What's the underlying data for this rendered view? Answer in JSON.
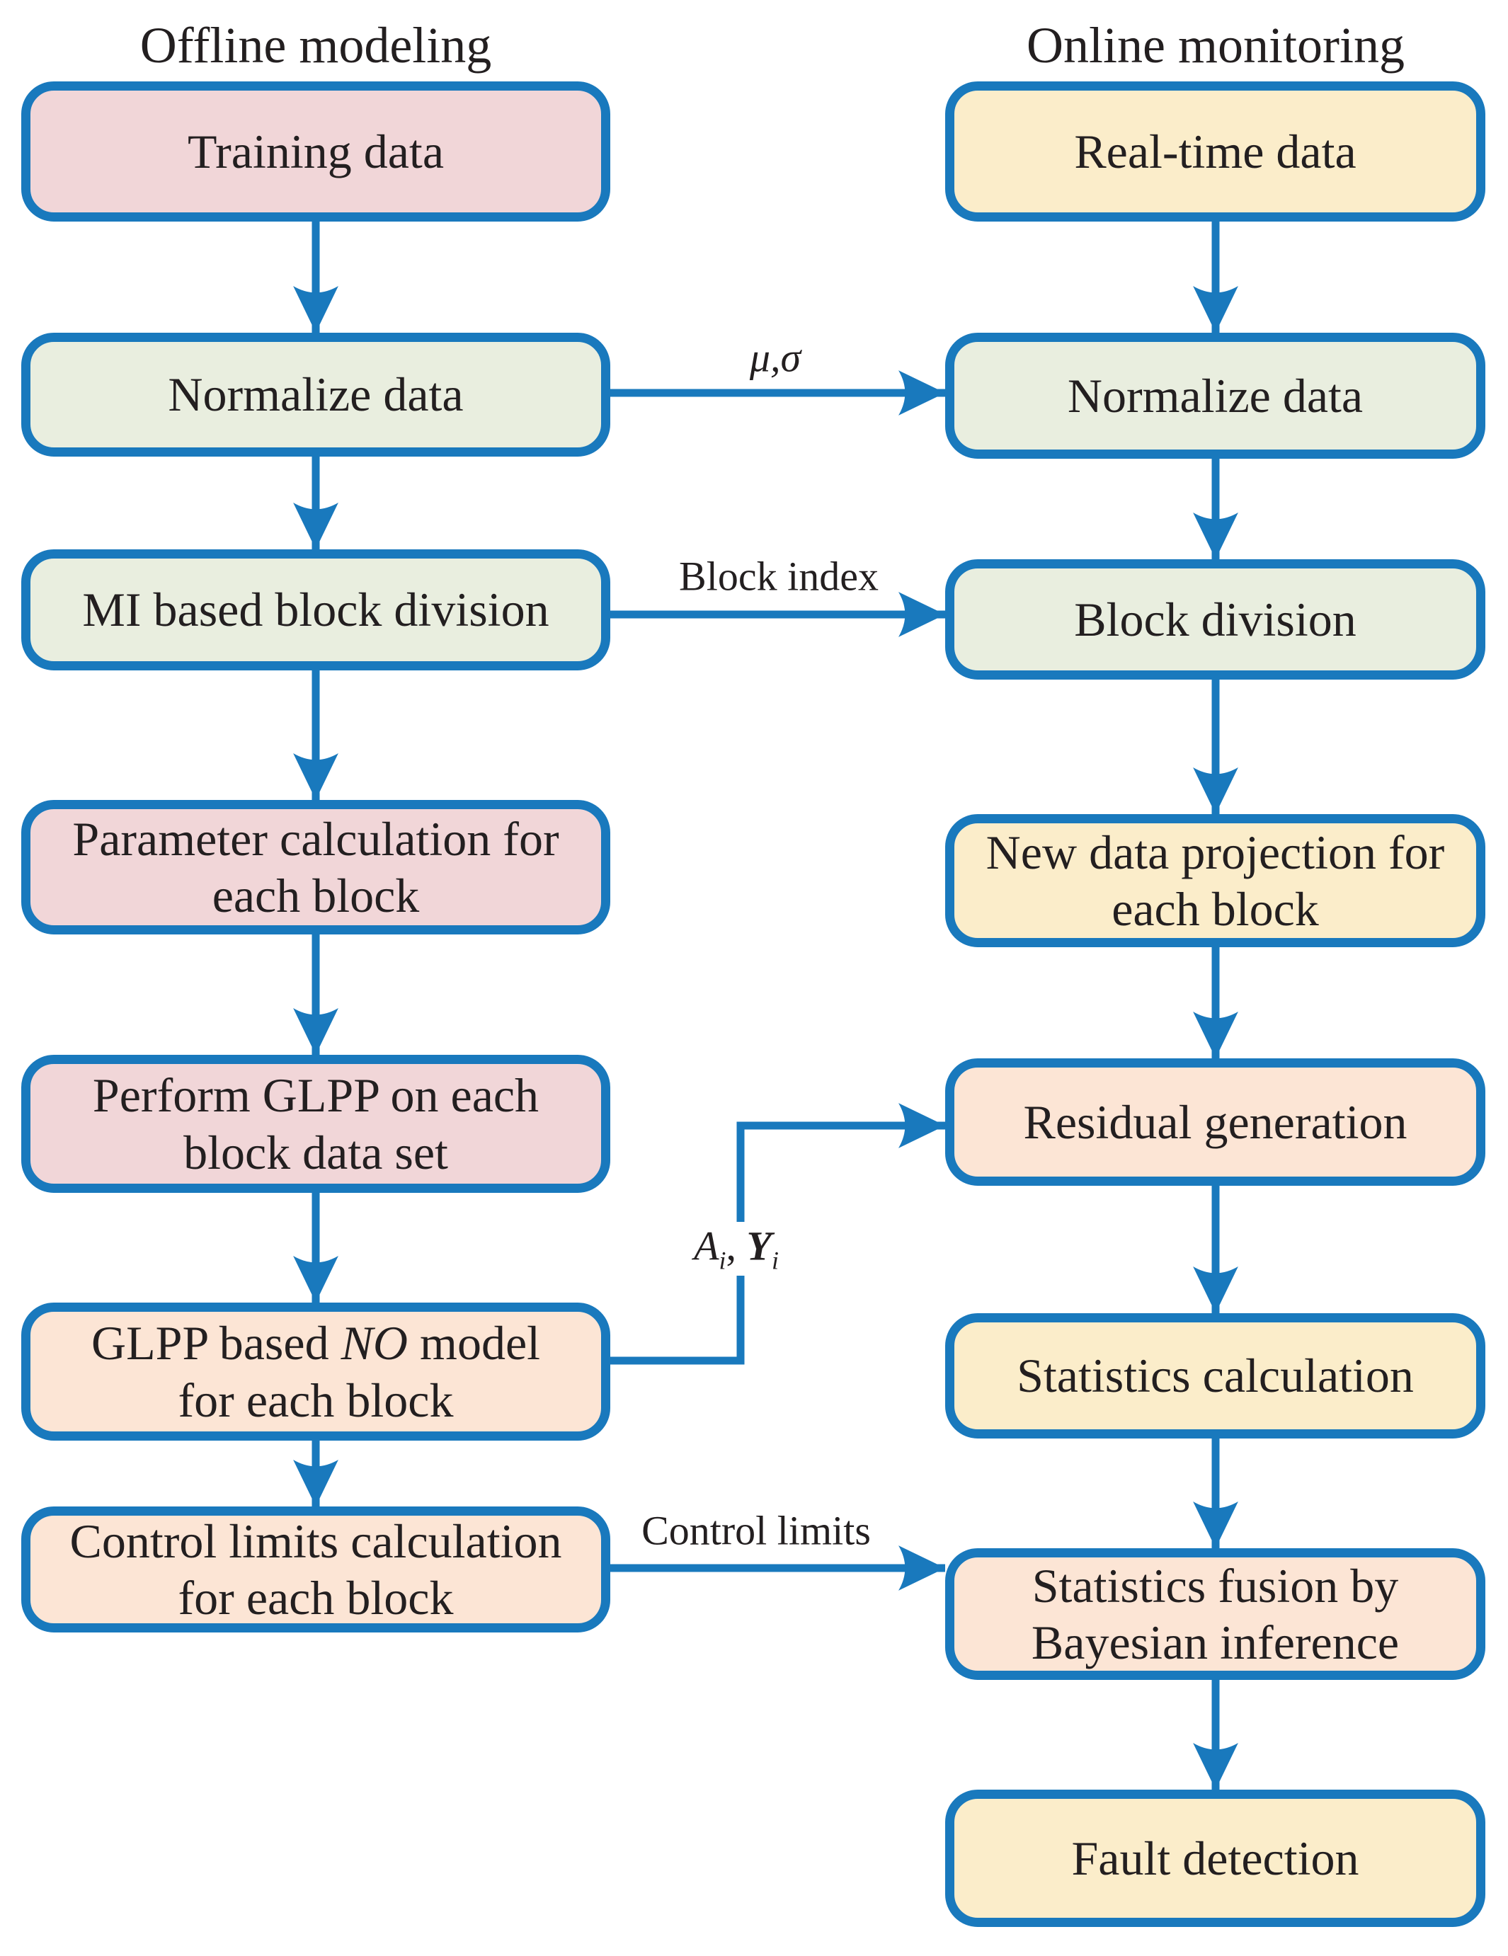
{
  "diagram": {
    "colors": {
      "blue": "#1979BD",
      "pink": "#F1D6D8",
      "green": "#E9EEDF",
      "cream": "#FBEDCA",
      "peach": "#FCE5D5",
      "text": "#231F20"
    },
    "columns": {
      "left": {
        "title": "Offline modeling",
        "boxes": [
          {
            "id": "training-data",
            "fill": "pink",
            "lines": [
              [
                {
                  "t": "Training data"
                }
              ]
            ]
          },
          {
            "id": "normalize-data-offline",
            "fill": "green",
            "lines": [
              [
                {
                  "t": "Normalize data"
                }
              ]
            ]
          },
          {
            "id": "mi-block-division",
            "fill": "green",
            "lines": [
              [
                {
                  "t": "MI based block division"
                }
              ]
            ]
          },
          {
            "id": "parameter-calculation",
            "fill": "pink",
            "lines": [
              [
                {
                  "t": "Parameter calculation for"
                }
              ],
              [
                {
                  "t": "each block"
                }
              ]
            ]
          },
          {
            "id": "perform-glpp",
            "fill": "pink",
            "lines": [
              [
                {
                  "t": "Perform GLPP on each"
                }
              ],
              [
                {
                  "t": "block data set"
                }
              ]
            ]
          },
          {
            "id": "glpp-no-model",
            "fill": "peach",
            "lines": [
              [
                {
                  "t": "GLPP based "
                },
                {
                  "t": "NO",
                  "style": "italic"
                },
                {
                  "t": " model"
                }
              ],
              [
                {
                  "t": "for each block"
                }
              ]
            ]
          },
          {
            "id": "control-limits-calc",
            "fill": "peach",
            "lines": [
              [
                {
                  "t": "Control limits calculation"
                }
              ],
              [
                {
                  "t": "for each block"
                }
              ]
            ]
          }
        ]
      },
      "right": {
        "title": "Online monitoring",
        "boxes": [
          {
            "id": "real-time-data",
            "fill": "cream",
            "lines": [
              [
                {
                  "t": "Real-time data"
                }
              ]
            ]
          },
          {
            "id": "normalize-data-online",
            "fill": "green",
            "lines": [
              [
                {
                  "t": "Normalize data"
                }
              ]
            ]
          },
          {
            "id": "block-division",
            "fill": "green",
            "lines": [
              [
                {
                  "t": "Block division"
                }
              ]
            ]
          },
          {
            "id": "new-data-projection",
            "fill": "cream",
            "lines": [
              [
                {
                  "t": "New data projection for"
                }
              ],
              [
                {
                  "t": "each block"
                }
              ]
            ]
          },
          {
            "id": "residual-generation",
            "fill": "peach",
            "lines": [
              [
                {
                  "t": "Residual generation"
                }
              ]
            ]
          },
          {
            "id": "statistics-calculation",
            "fill": "cream",
            "lines": [
              [
                {
                  "t": "Statistics calculation"
                }
              ]
            ]
          },
          {
            "id": "statistics-fusion",
            "fill": "peach",
            "lines": [
              [
                {
                  "t": "Statistics fusion by"
                }
              ],
              [
                {
                  "t": "Bayesian inference"
                }
              ]
            ]
          },
          {
            "id": "fault-detection",
            "fill": "cream",
            "lines": [
              [
                {
                  "t": "Fault detection"
                }
              ]
            ]
          }
        ]
      }
    },
    "edge_labels": [
      {
        "id": "mu-sigma",
        "segments": [
          {
            "t": "μ,σ",
            "style": "italic"
          }
        ]
      },
      {
        "id": "block-index",
        "segments": [
          {
            "t": "Block index"
          }
        ]
      },
      {
        "id": "ai-yi",
        "segments": [
          {
            "t": "A",
            "style": "italic"
          },
          {
            "t": "i",
            "style": "sub-italic"
          },
          {
            "t": ", "
          },
          {
            "t": "Y",
            "style": "bold-italic"
          },
          {
            "t": "i",
            "style": "sub-italic"
          }
        ]
      },
      {
        "id": "control-limits",
        "segments": [
          {
            "t": "Control limits"
          }
        ]
      }
    ]
  }
}
